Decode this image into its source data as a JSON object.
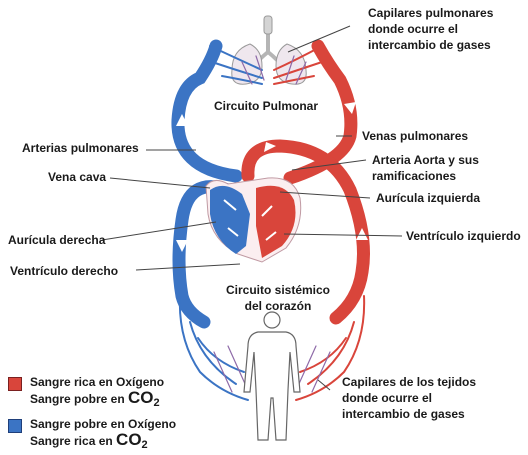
{
  "colors": {
    "oxygen_rich": "#d9453b",
    "oxygen_poor": "#3b74c4",
    "leader_line": "#444444"
  },
  "labels": {
    "pulmonary_capillaries": [
      "Capilares pulmonares",
      "donde ocurre el",
      "intercambio de gases"
    ],
    "pulmonary_circuit": "Circuito Pulmonar",
    "pulmonary_arteries": "Arterias pulmonares",
    "pulmonary_veins": "Venas pulmonares",
    "vena_cava": "Vena cava",
    "aorta": [
      "Arteria Aorta y sus",
      "ramificaciones"
    ],
    "left_atrium": "Aurícula izquierda",
    "right_atrium": "Aurícula derecha",
    "left_ventricle": "Ventrículo izquierdo",
    "right_ventricle": "Ventrículo derecho",
    "systemic_circuit": [
      "Circuito sistémico",
      "del corazón"
    ],
    "tissue_capillaries": [
      "Capilares de los tejidos",
      "donde ocurre el",
      "intercambio de gases"
    ]
  },
  "legend": {
    "rich": {
      "line1": "Sangre rica en Oxígeno",
      "line2_prefix": "Sangre pobre en ",
      "co2_main": "CO",
      "co2_sub": "2"
    },
    "poor": {
      "line1": "Sangre pobre en Oxígeno",
      "line2_prefix": "Sangre rica en ",
      "co2_main": "CO",
      "co2_sub": "2"
    }
  }
}
